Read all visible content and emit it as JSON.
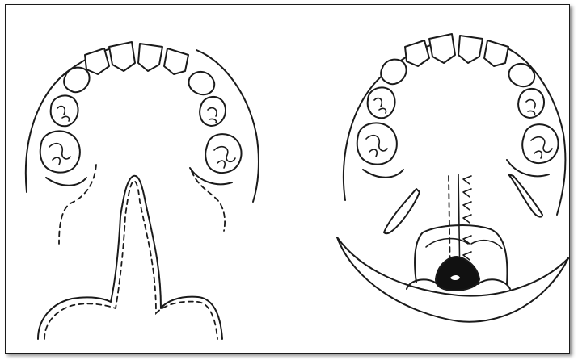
{
  "figure": {
    "panels": [
      {
        "id": "left",
        "content": "palate-with-cleft-incision"
      },
      {
        "id": "right",
        "content": "palate-after-closure-with-pharyngeal-flap"
      }
    ],
    "colors": {
      "ink": "#1a1a1a",
      "paper": "#ffffff",
      "filled_defect": "#111111"
    }
  }
}
